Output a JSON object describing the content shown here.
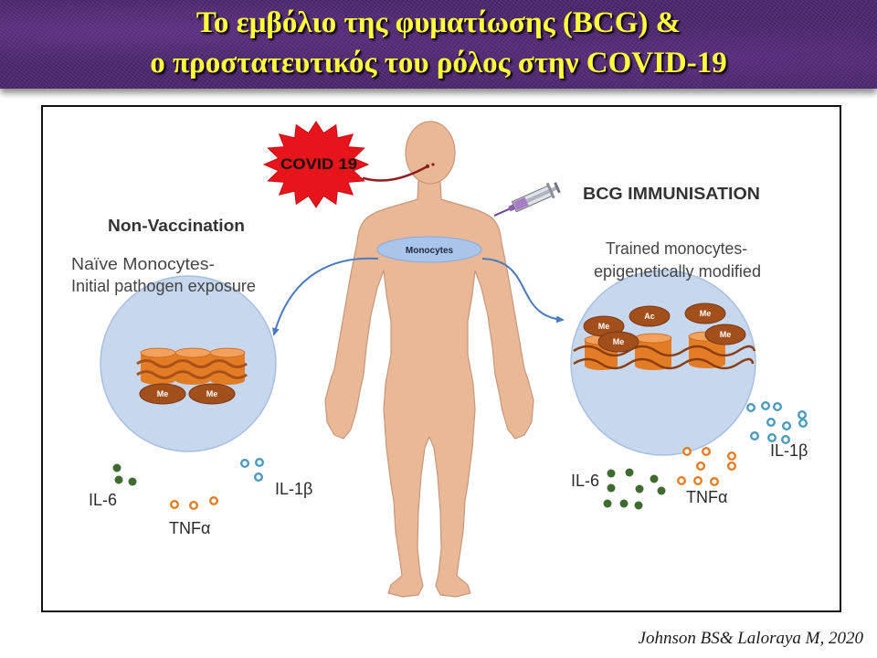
{
  "slide": {
    "title_line1": "Το εμβόλιο της φυματίωσης (BCG) &",
    "title_line2": "ο προστατευτικός του ρόλος στην COVID-19",
    "citation": "Johnson BS& Laloraya M, 2020",
    "colors": {
      "header_bg": "#48216b",
      "title": "#ffff3c"
    }
  },
  "diagram": {
    "covid_label": "COVID 19",
    "bcg_label": "BCG IMMUNISATION",
    "monocytes_label": "Monocytes",
    "left": {
      "heading": "Non-Vaccination",
      "subtitle_line1": "Naïve Monocytes-",
      "subtitle_line2": "Initial pathogen exposure",
      "marks": [
        "Me",
        "Me"
      ],
      "cytokines": {
        "il6": "IL-6",
        "tnfa": "TNFα",
        "il1b": "IL-1β"
      }
    },
    "right": {
      "subtitle_line1": "Trained monocytes-",
      "subtitle_line2": "epigenetically modified",
      "marks": [
        "Me",
        "Ac",
        "Me",
        "Me",
        "Me"
      ],
      "cytokines": {
        "il6": "IL-6",
        "tnfa": "TNFα",
        "il1b": "IL-1β"
      }
    },
    "colors": {
      "covid": "#e8141b",
      "il6": "#3f6a30",
      "tnfa": "#e37d25",
      "il1b": "#4a9bbd"
    }
  }
}
